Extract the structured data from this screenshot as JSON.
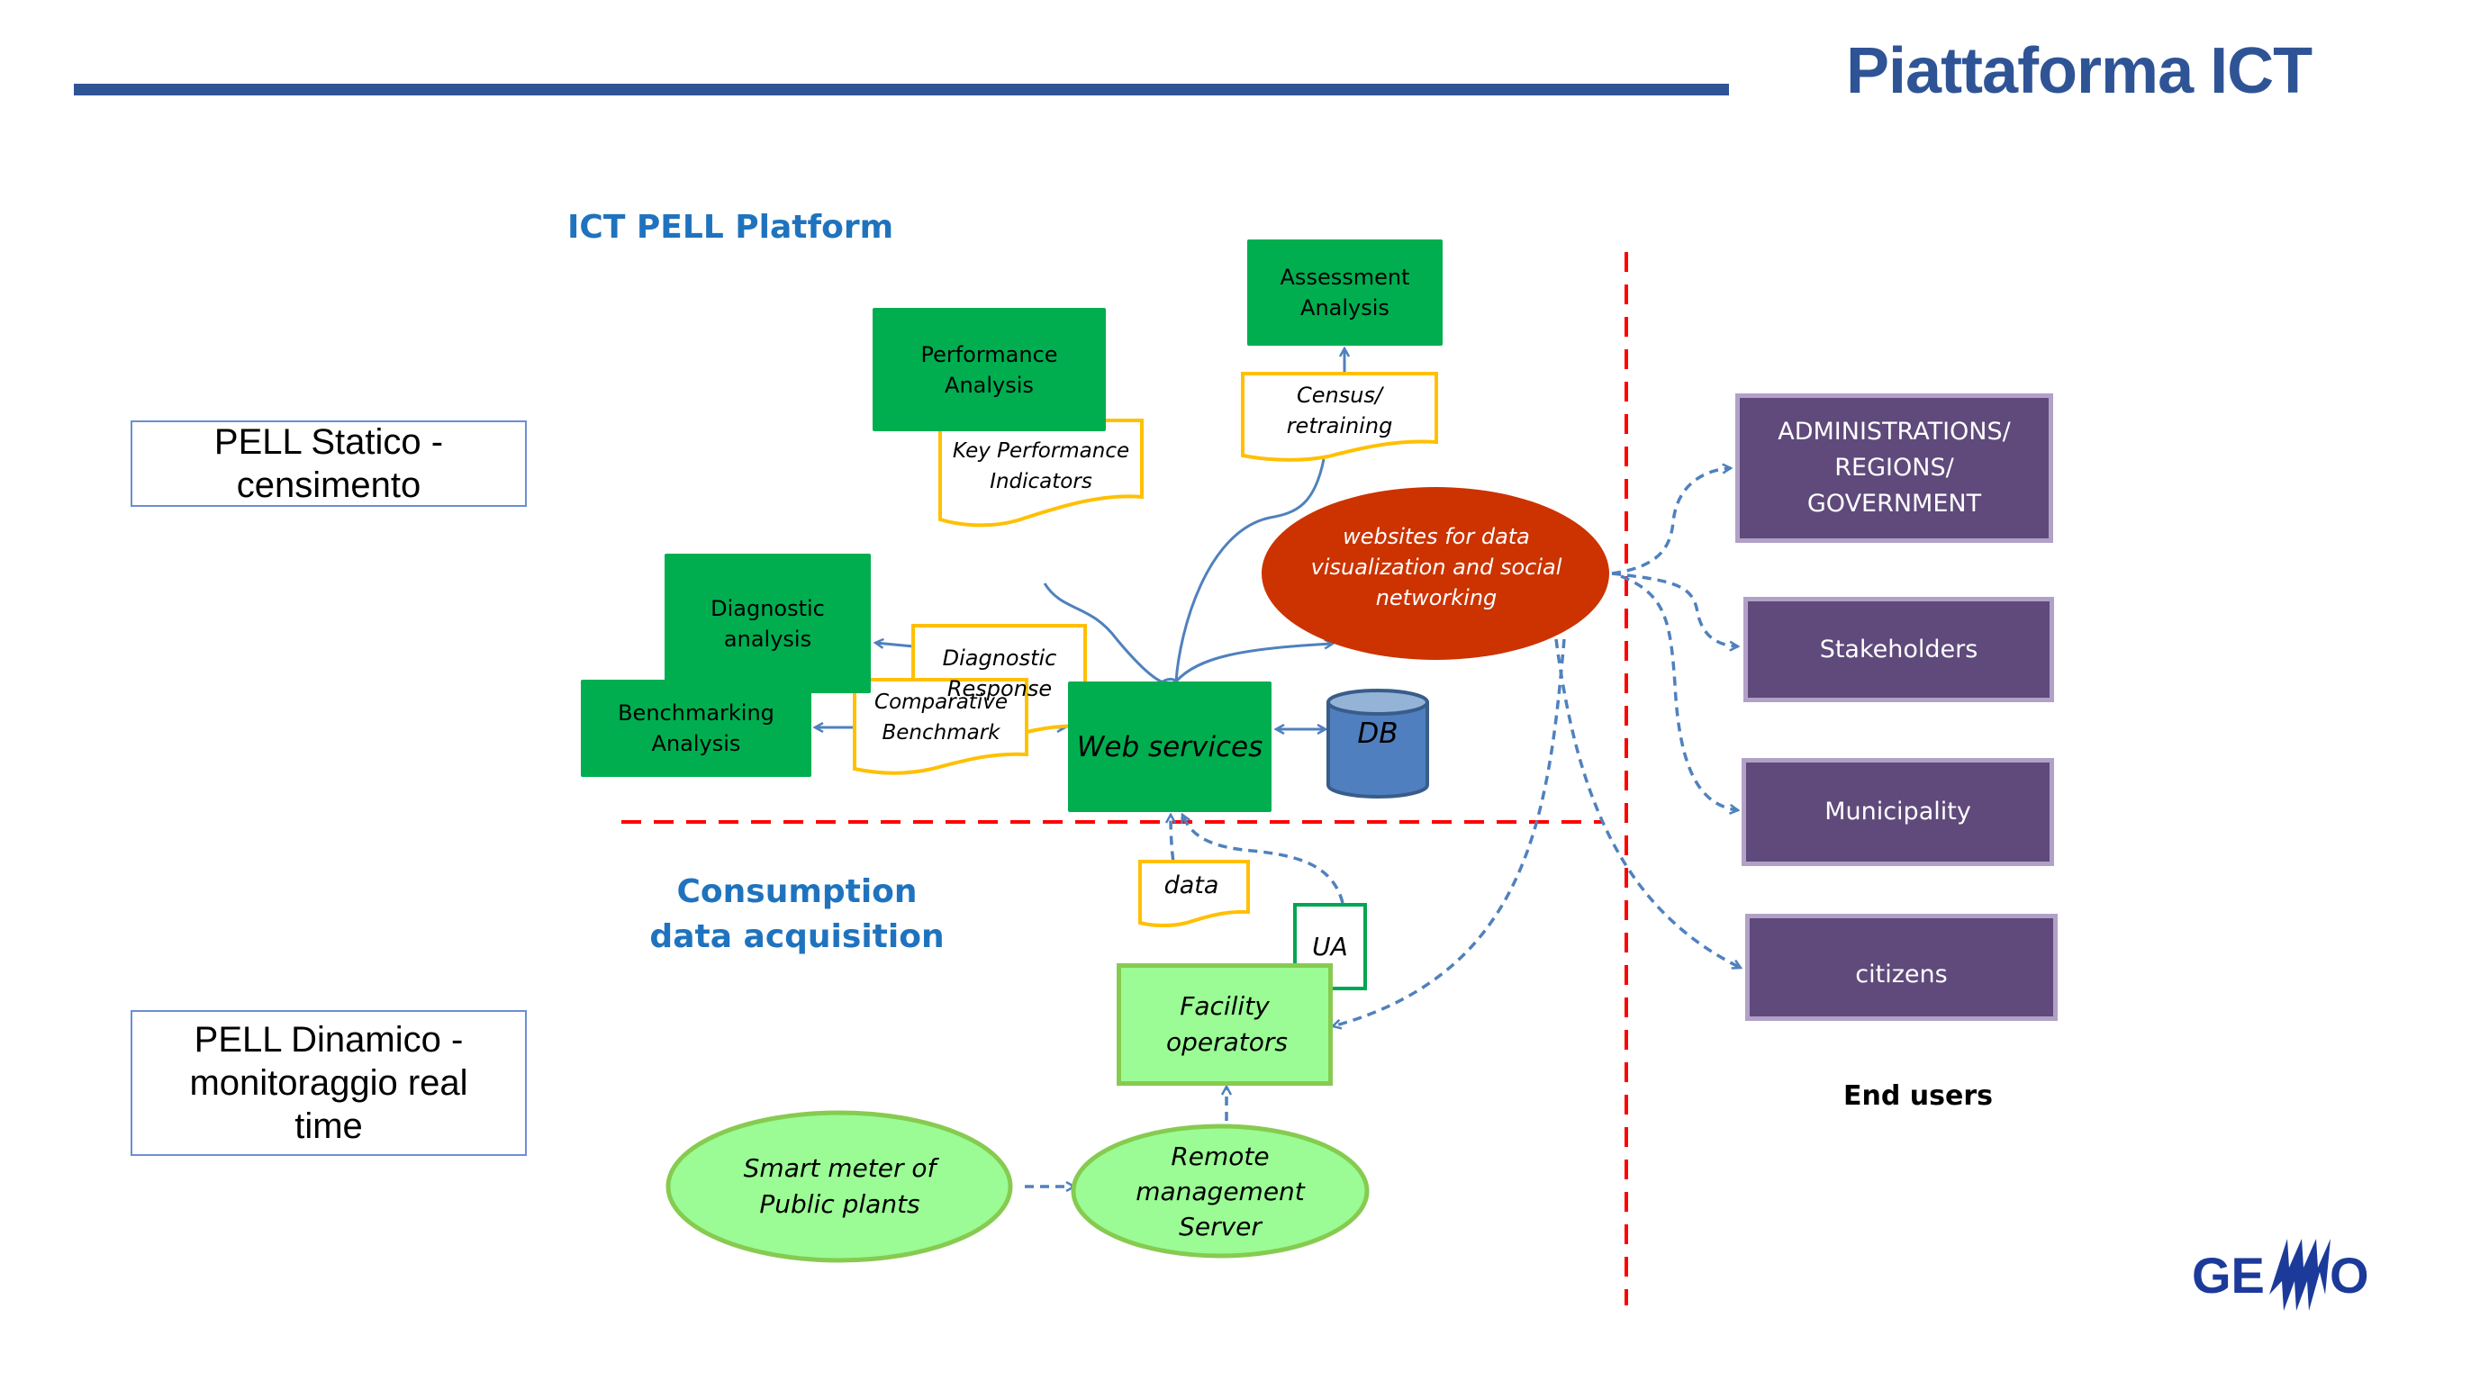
{
  "header": {
    "title": "Piattaforma ICT",
    "accent_color": "#2F5496"
  },
  "side_labels": {
    "static": "PELL Statico - censimento",
    "dynamic": "PELL Dinamico - monitoraggio real time"
  },
  "sections": {
    "platform_heading": "ICT PELL Platform",
    "acquisition_heading_line1": "Consumption",
    "acquisition_heading_line2": "data acquisition",
    "end_users_heading": "End users"
  },
  "analysis_boxes": {
    "performance": "Performance Analysis",
    "assessment": "Assessment Analysis",
    "diagnostic": "Diagnostic analysis",
    "benchmarking": "Benchmarking Analysis",
    "web_services": "Web services",
    "db": "DB"
  },
  "documents": {
    "kpi": "Key Performance Indicators",
    "census": "Census/ retraining",
    "diagnostic_response": "Diagnostic Response",
    "comparative_benchmark": "Comparative Benchmark",
    "data": "data"
  },
  "ua_label": "UA",
  "websites_ellipse": "websites for data visualization and social networking",
  "acquisition": {
    "facility_operators": "Facility operators",
    "smart_meter": "Smart meter of Public plants",
    "remote_server": "Remote management Server"
  },
  "end_users": [
    "ADMINISTRATIONS/ REGIONS/ GOVERNMENT",
    "Stakeholders",
    "Municipality",
    "citizens"
  ],
  "logo": {
    "text": "GEMMO",
    "color": "#1B3A9A"
  },
  "colors": {
    "green_box": "#00AE50",
    "light_green": "#9BFB95",
    "purple": "#5F4A7B",
    "red_ellipse": "#CC3300",
    "doc_border": "#FFC000",
    "connector": "#4F81BD",
    "divider_red": "#FF0000",
    "heading_blue": "#1F73BE"
  }
}
